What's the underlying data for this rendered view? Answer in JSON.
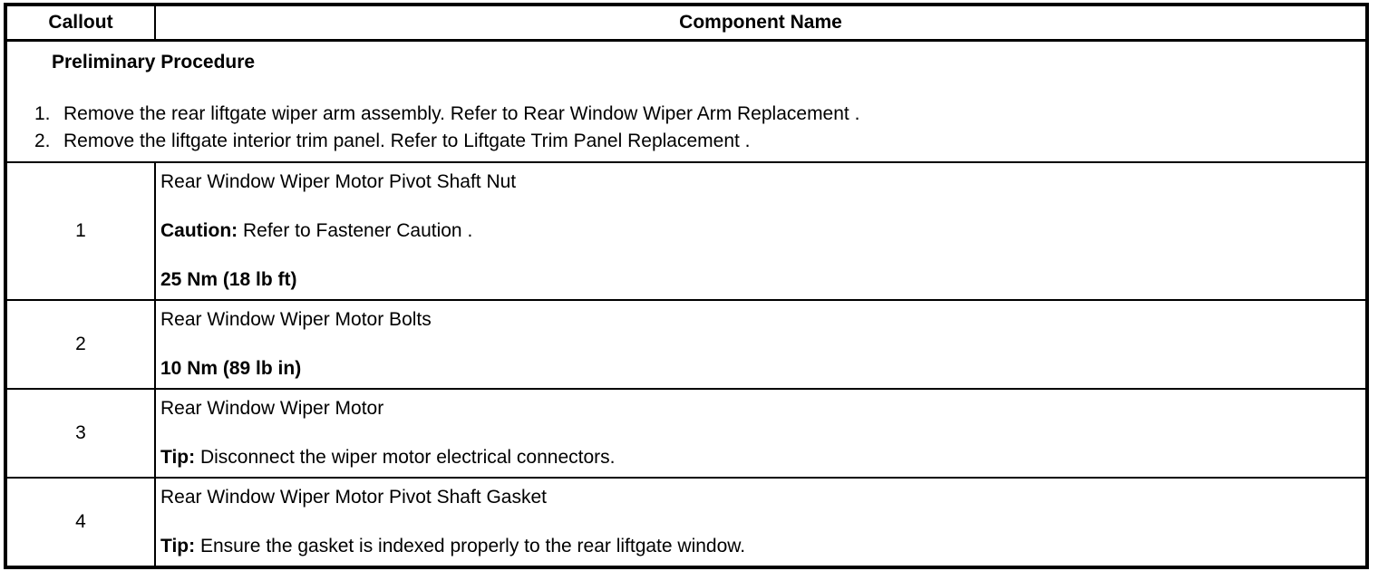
{
  "table": {
    "header": {
      "callout": "Callout",
      "component_name": "Component Name"
    },
    "preliminary": {
      "title": "Preliminary Procedure",
      "steps": [
        {
          "marker": "1.",
          "text": "Remove the rear liftgate wiper arm assembly. Refer to Rear Window Wiper Arm Replacement ."
        },
        {
          "marker": "2.",
          "text": "Remove the liftgate interior trim panel. Refer to Liftgate Trim Panel Replacement ."
        }
      ]
    },
    "rows": [
      {
        "callout": "1",
        "component": "Rear Window Wiper Motor Pivot Shaft Nut",
        "note_label": "Caution:",
        "note_text": " Refer to Fastener Caution .",
        "torque": "25 Nm (18 lb ft)"
      },
      {
        "callout": "2",
        "component": "Rear Window Wiper Motor Bolts",
        "torque": "10 Nm (89 lb in)"
      },
      {
        "callout": "3",
        "component": "Rear Window Wiper Motor",
        "note_label": "Tip:",
        "note_text": " Disconnect the wiper motor electrical connectors."
      },
      {
        "callout": "4",
        "component": "Rear Window Wiper Motor Pivot Shaft Gasket",
        "note_label": "Tip:",
        "note_text": " Ensure the gasket is indexed properly to the rear liftgate window."
      }
    ]
  },
  "colors": {
    "border": "#000000",
    "text": "#000000",
    "background": "#ffffff"
  }
}
